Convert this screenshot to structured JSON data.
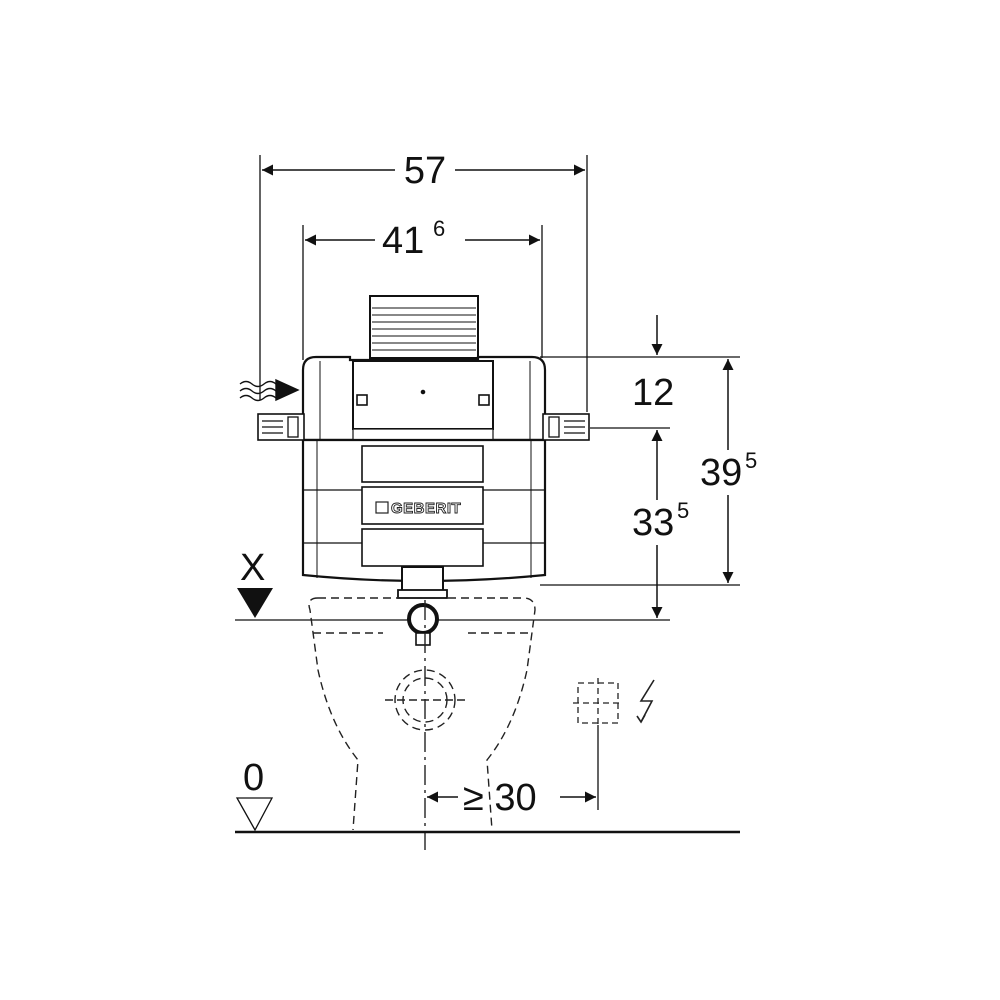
{
  "dimensions": {
    "overall_width": "57",
    "frame_width_main": "41",
    "frame_width_sup": "6",
    "connection_height": "12",
    "total_height_main": "39",
    "total_height_sup": "5",
    "outlet_height_main": "33",
    "outlet_height_sup": "5",
    "electrical_offset": "≥ 30"
  },
  "labels": {
    "reference_x": "X",
    "floor_level": "0"
  },
  "brand": {
    "logo_text": "GEBERIT"
  },
  "icons": [
    "water-supply-icon",
    "electrical-connection-icon",
    "level-marker-icon"
  ]
}
